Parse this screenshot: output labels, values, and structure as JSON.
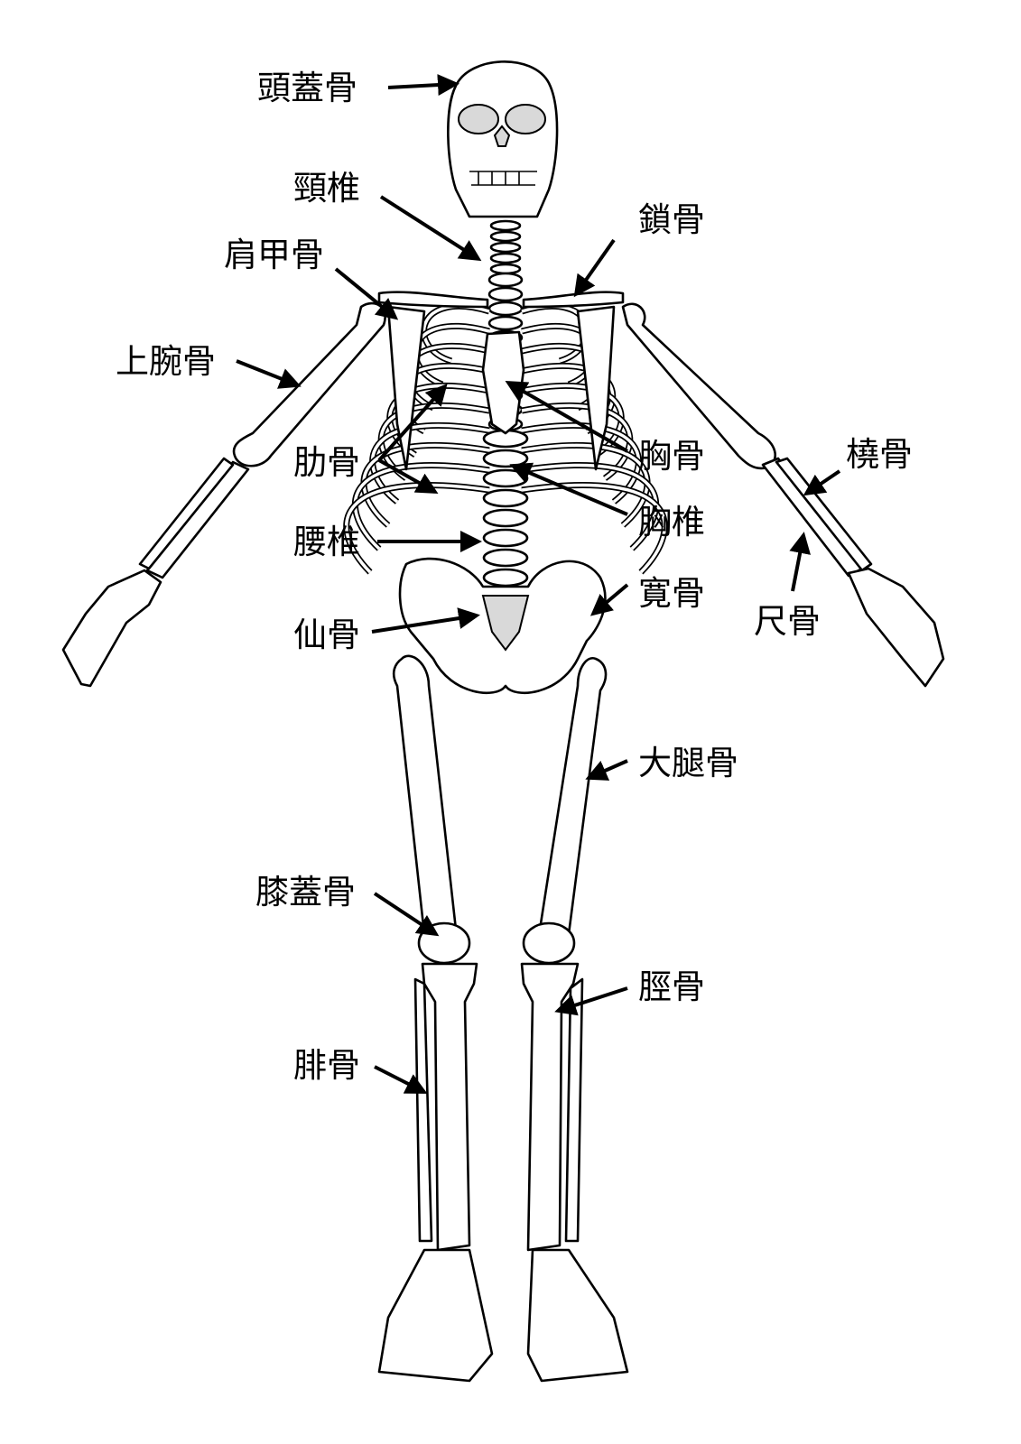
{
  "title": "人体骨格図",
  "labels": {
    "skull": "頭蓋骨",
    "cervical": "頸椎",
    "clavicle": "鎖骨",
    "scapula": "肩甲骨",
    "humerus": "上腕骨",
    "ribs": "肋骨",
    "sternum": "胸骨",
    "radius": "橈骨",
    "thoracic": "胸椎",
    "lumbar": "腰椎",
    "ulna": "尺骨",
    "hip": "寛骨",
    "sacrum": "仙骨",
    "femur": "大腿骨",
    "patella": "膝蓋骨",
    "tibia": "脛骨",
    "fibula": "腓骨"
  }
}
